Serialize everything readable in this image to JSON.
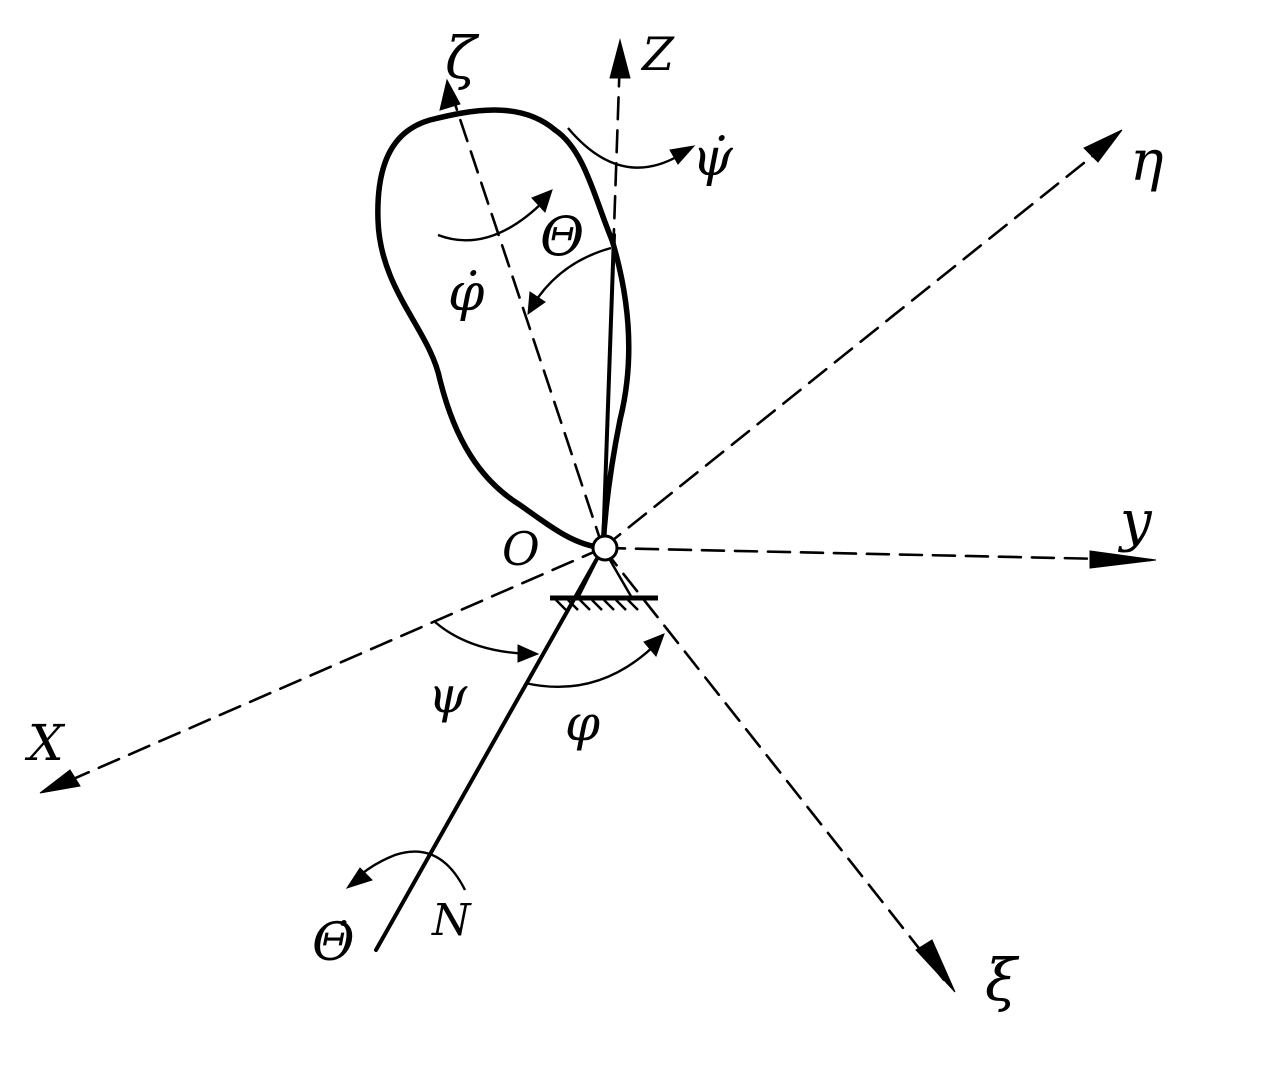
{
  "labels": {
    "zeta": "ζ",
    "z": "Z",
    "eta": "η",
    "y": "y",
    "x": "X",
    "xi": "ξ",
    "origin": "O",
    "theta": "Θ",
    "theta_dot": "Θ̇",
    "phi": "φ",
    "phi_dot": "φ̇",
    "psi": "ψ",
    "psi_dot": "ψ̇",
    "node": "N"
  }
}
